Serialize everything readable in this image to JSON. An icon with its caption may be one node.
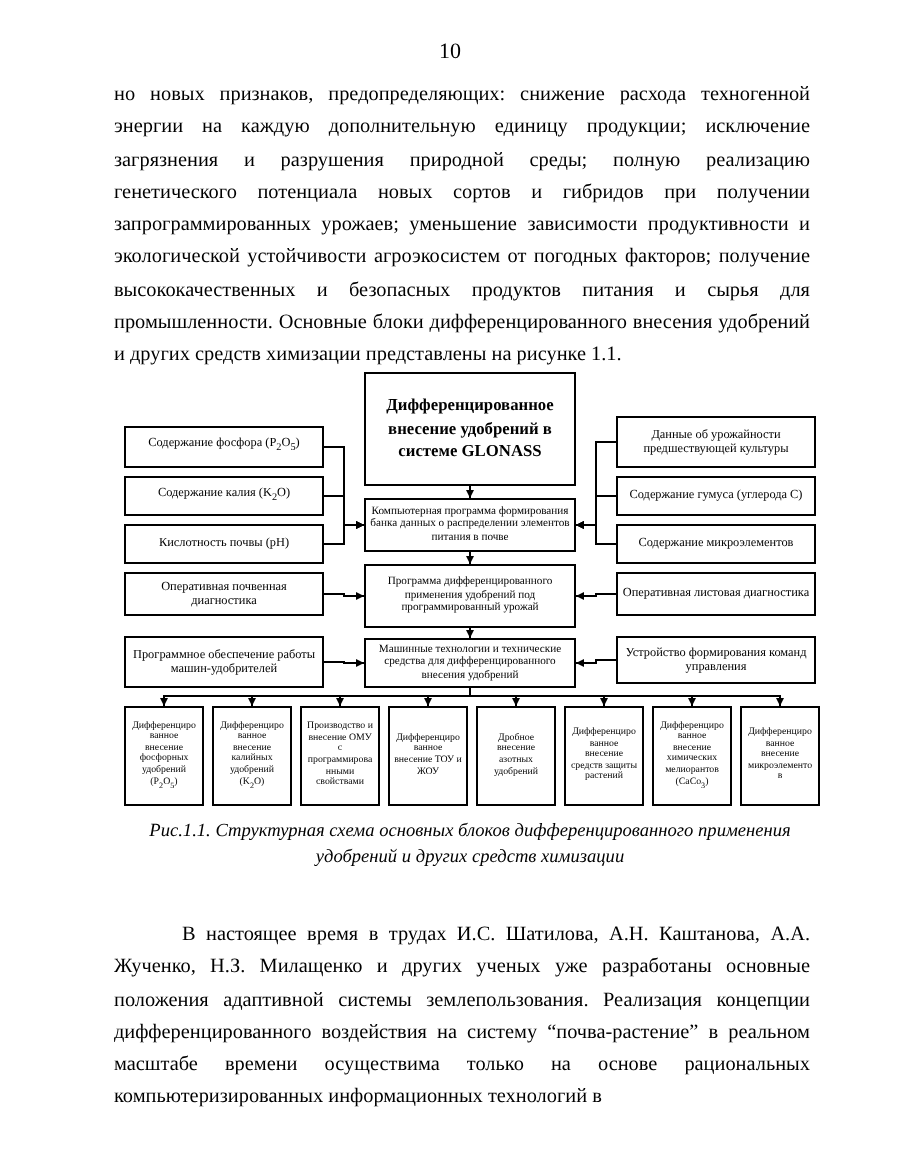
{
  "diagram": {
    "caption": "Рис.1.1. Структурная схема основных блоков дифференцированного применения удобрений и других средств химизации",
    "nodes": [
      {
        "text": [
          "Дифференцированное внесение удобрений в системе GLONASS"
        ]
      },
      {
        "text": [
          "Содержание фосфора (P$_{2}$O$_{5}$)"
        ]
      },
      {
        "text": [
          "Содержание калия (K$_{2}$O)"
        ]
      },
      {
        "text": [
          "Кислотность почвы (pH)"
        ]
      },
      {
        "text": [
          "Данные об урожайности предшествующей культуры"
        ]
      },
      {
        "text": [
          "Содержание гумуса (углерода С)"
        ]
      },
      {
        "text": [
          "Содержание микроэлементов"
        ]
      },
      {
        "text": [
          "Компьютерная программа формирования банка данных о распределении элементов питания в почве"
        ]
      },
      {
        "text": [
          "Оперативная почвенная диагностика"
        ]
      },
      {
        "text": [
          "Программа дифференцированного применения удобрений под программированный урожай"
        ]
      },
      {
        "text": [
          "Оперативная листовая диагностика"
        ]
      },
      {
        "text": [
          "Программное обеспечение работы машин-удобрителей"
        ]
      },
      {
        "text": [
          "Машинные технологии и технические средства для дифференцированного внесения удобрений"
        ]
      },
      {
        "text": [
          "Устройство формирования команд управления"
        ]
      },
      {
        "text": [
          "Дифференцированное внесение фосфорных удобрений (P$_{2}$O$_{5}$)"
        ]
      },
      {
        "text": [
          "Дифференцированное внесение калийных удобрений (K$_{2}$O)"
        ]
      },
      {
        "text": [
          "Производство и внесение ОМУ с программированными свойствами"
        ]
      },
      {
        "text": [
          "Дифференцированное внесение ТОУ и ЖОУ"
        ]
      },
      {
        "text": [
          "Дробное внесение азотных удобрений"
        ]
      },
      {
        "text": [
          "Дифференцированное внесение средств защиты растений"
        ]
      },
      {
        "text": [
          "Дифференцированное внесение химических мелиорантов (CaCo$_{3}$)"
        ]
      },
      {
        "text": [
          "Дифференцированное внесение микроэлементов"
        ]
      }
    ],
    "edges": [
      {
        "from": 0,
        "to": 7,
        "arrow": "to"
      },
      {
        "from": 1,
        "to": 7,
        "arrow": "to"
      },
      {
        "from": 2,
        "to": 7,
        "arrow": "to"
      },
      {
        "from": 3,
        "to": 7,
        "arrow": "to"
      },
      {
        "from": 4,
        "to": 7,
        "arrow": "to"
      },
      {
        "from": 5,
        "to": 7,
        "arrow": "to"
      },
      {
        "from": 6,
        "to": 7,
        "arrow": "to"
      },
      {
        "from": 7,
        "to": 9,
        "arrow": "to"
      },
      {
        "from": 8,
        "to": 9,
        "arrow": "to"
      },
      {
        "from": 10,
        "to": 9,
        "arrow": "to"
      },
      {
        "from": 9,
        "to": 12,
        "arrow": "to"
      },
      {
        "from": 11,
        "to": 12,
        "arrow": "to"
      },
      {
        "from": 13,
        "to": 12,
        "arrow": "to"
      },
      {
        "from": 12,
        "to": 14,
        "arrow": "to"
      },
      {
        "from": 12,
        "to": 15,
        "arrow": "to"
      },
      {
        "from": 12,
        "to": 16,
        "arrow": "to"
      },
      {
        "from": 12,
        "to": 17,
        "arrow": "to"
      },
      {
        "from": 12,
        "to": 18,
        "arrow": "to"
      },
      {
        "from": 12,
        "to": 19,
        "arrow": "to"
      },
      {
        "from": 12,
        "to": 20,
        "arrow": "to"
      },
      {
        "from": 12,
        "to": 21,
        "arrow": "to"
      }
    ],
    "labels": [
      "10",
      "но новых признаков, предопределяющих: снижение расхода техногенной энергии на каждую дополнительную единицу продукции; исключение загрязнения и разрушения природной среды; полную реализацию генетического потенциала новых сортов и гибридов при получении запрограммированных урожаев; уменьшение зависимости продуктивности и экологической устойчивости агроэкосистем от погодных факторов; получение высококачественных и безопасных продуктов питания и сырья для промышленности. Основные блоки дифференцированного внесения удобрений и других средств химизации представлены на рисунке 1.1.",
      "В настоящее время в трудах И.С. Шатилова, А.Н. Каштанова, А.А. Жученко, Н.З. Милащенко и других ученых уже разработаны основные положения адаптивной системы землепользования. Реализация концепции дифференцированного воздействия на систему “почва-растение” в реальном масштабе времени осуществима только на основе рациональных компьютеризированных информационных технологий в"
    ]
  }
}
